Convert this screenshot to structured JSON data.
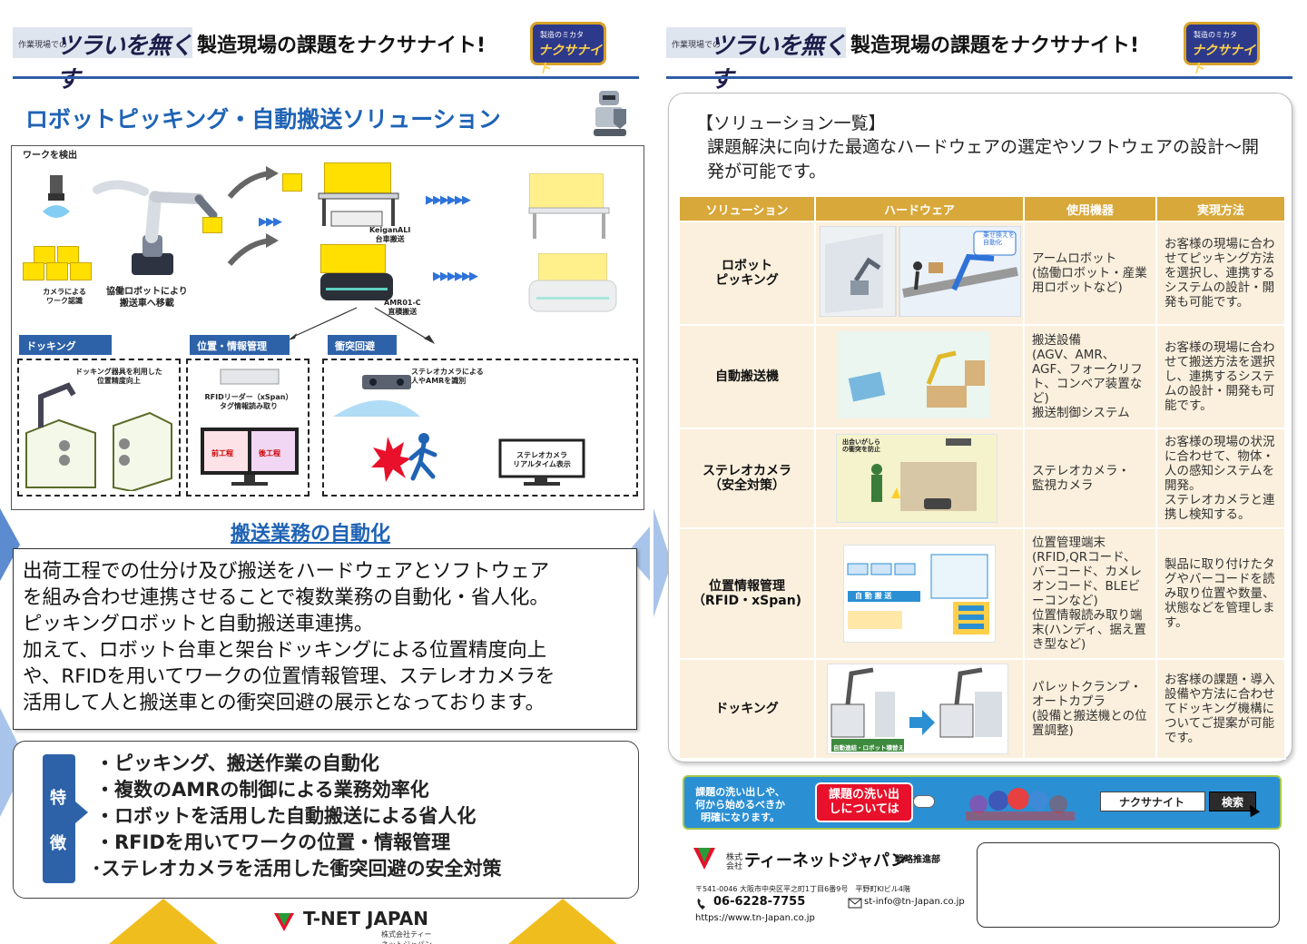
{
  "header": {
    "badge_small": "作業現場での",
    "badge_big": "ツラいを無くす",
    "title": "製造現場の課題をナクサナイト!",
    "logo_top": "製造のミカタ",
    "logo_main": "ナクサナイト"
  },
  "left": {
    "title": "ロボットピッキング・自動搬送ソリューション",
    "diagram": {
      "detect_label": "ワークを検出",
      "camera_caption": "カメラによる\nワーク認識",
      "cobot_caption": "協働ロボットにより\n搬送車へ移載",
      "keigan_caption": "KeiganALI\n台車搬送",
      "amr_caption": "AMR01-C\n直積搬送",
      "docking_tag": "ドッキング",
      "docking_caption": "ドッキング器具を利用した\n位置精度向上",
      "position_tag": "位置・情報管理",
      "rfid_caption": "RFIDリーダー（xSpan）\nタグ情報読み取り",
      "process_before": "前工程",
      "process_after": "後工程",
      "collision_tag": "衝突回避",
      "stereo_caption": "ステレオカメラによる\n人やAMRを識別",
      "monitor_caption": "ステレオカメラ\nリアルタイム表示"
    },
    "section_heading": "搬送業務の自動化",
    "description": [
      "出荷工程での仕分け及び搬送をハードウェアとソフトウェア",
      "を組み合わせ連携させることで複数業務の自動化・省人化。",
      "ピッキングロボットと自動搬送車連携。",
      "加えて、ロボット台車と架台ドッキングによる位置精度向上",
      "や、RFIDを用いてワークの位置情報管理、ステレオカメラを",
      "活用して人と搬送車との衝突回避の展示となっております。"
    ],
    "features_tag": [
      "特",
      "徴"
    ],
    "features": [
      "・ピッキング、搬送作業の自動化",
      "・複数のAMRの制御による業務効率化",
      "・ロボットを活用した自動搬送による省人化",
      "・RFIDを用いてワークの位置・情報管理",
      "･ステレオカメラを活用した衝突回避の安全対策"
    ],
    "footer_logo": "T-NET JAPAN",
    "footer_logo_sub": "株式会社ティーネットジャパン"
  },
  "right": {
    "heading": "【ソリューション一覧】",
    "intro": "課題解決に向けた最適なハードウェアの選定やソフトウェアの設計～開発が可能です。",
    "table_headers": [
      "ソリューション",
      "ハードウェア",
      "使用機器",
      "実現方法"
    ],
    "rows": [
      {
        "name": "ロボット\nピッキング",
        "hw_label": "乗せ換えを\n自動化",
        "device": "アームロボット\n(協働ロボット・産業用ロボットなど)",
        "method": "お客様の現場に合わせてピッキング方法を選択し、連携するシステムの設計・開発も可能です。"
      },
      {
        "name": "自動搬送機",
        "hw_label": "",
        "device": "搬送設備\n(AGV、AMR、AGF、フォークリフト、コンベア装置など)\n搬送制御システム",
        "method": "お客様の現場に合わせて搬送方法を選択し、連携するシステムの設計・開発も可能です。"
      },
      {
        "name": "ステレオカメラ\n（安全対策）",
        "hw_label": "出会いがしら\nの衝突を防止",
        "device": "ステレオカメラ・\n監視カメラ",
        "method": "お客様の現場の状況に合わせて、物体・人の感知システムを開発。\nステレオカメラと連携し検知する。"
      },
      {
        "name": "位置情報管理\n（RFID・xSpan)",
        "hw_label": "自 動 搬 送",
        "device": "位置管理端末\n(RFID,QRコード、バーコード、カメレオンコード、BLEビーコンなど)\n位置情報読み取り端末(ハンディ、据え置き型など)",
        "method": "製品に取り付けたタグやバーコードを読み取り位置や数量、状態などを管理します。"
      },
      {
        "name": "ドッキング",
        "hw_label": "自動連結・ロボット積替え",
        "device": "パレットクランプ・オートカプラ\n(設備と搬送機との位置調整)",
        "method": "お客様の課題・導入設備や方法に合わせてドッキング機構についてご提案が可能です。"
      }
    ],
    "banner": {
      "text": "課題の洗い出しや、\n何から始めるべきか\n明確になります。",
      "button": "課題の洗い出\nしについては",
      "search_value": "ナクサナイト",
      "search_button": "検索"
    },
    "company": {
      "kk": "株式\n会社",
      "name": "ティーネットジャパン",
      "dept": "戦略推進部",
      "address": "〒541-0046 大阪市中央区平之町1丁目6番9号　平野町KIビル4階",
      "tel": "06-6228-7755",
      "email": "st-info@tn-Japan.co.jp",
      "url": "https://www.tn-Japan.co.jp"
    }
  },
  "colors": {
    "brand_blue": "#1f63b5",
    "tag_blue": "#2d62a8",
    "table_header": "#d8a83a",
    "table_cell": "#fbf0dd",
    "crate_yellow": "#ffe000",
    "banner_blue": "#2b8fd3",
    "cta_red": "#e8102a"
  }
}
